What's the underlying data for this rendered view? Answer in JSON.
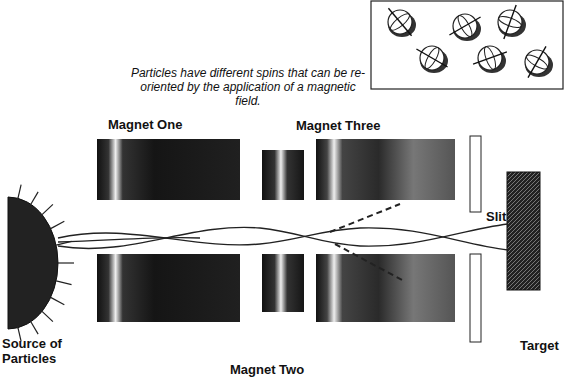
{
  "diagram": {
    "labels": [
      "Particles have different spins that can be re-oriented by the application of a magnetic field.",
      "Magnet One",
      "Magnet Three",
      "Slit",
      "Target",
      "Source of Particles",
      "Magnet Two"
    ]
  }
}
